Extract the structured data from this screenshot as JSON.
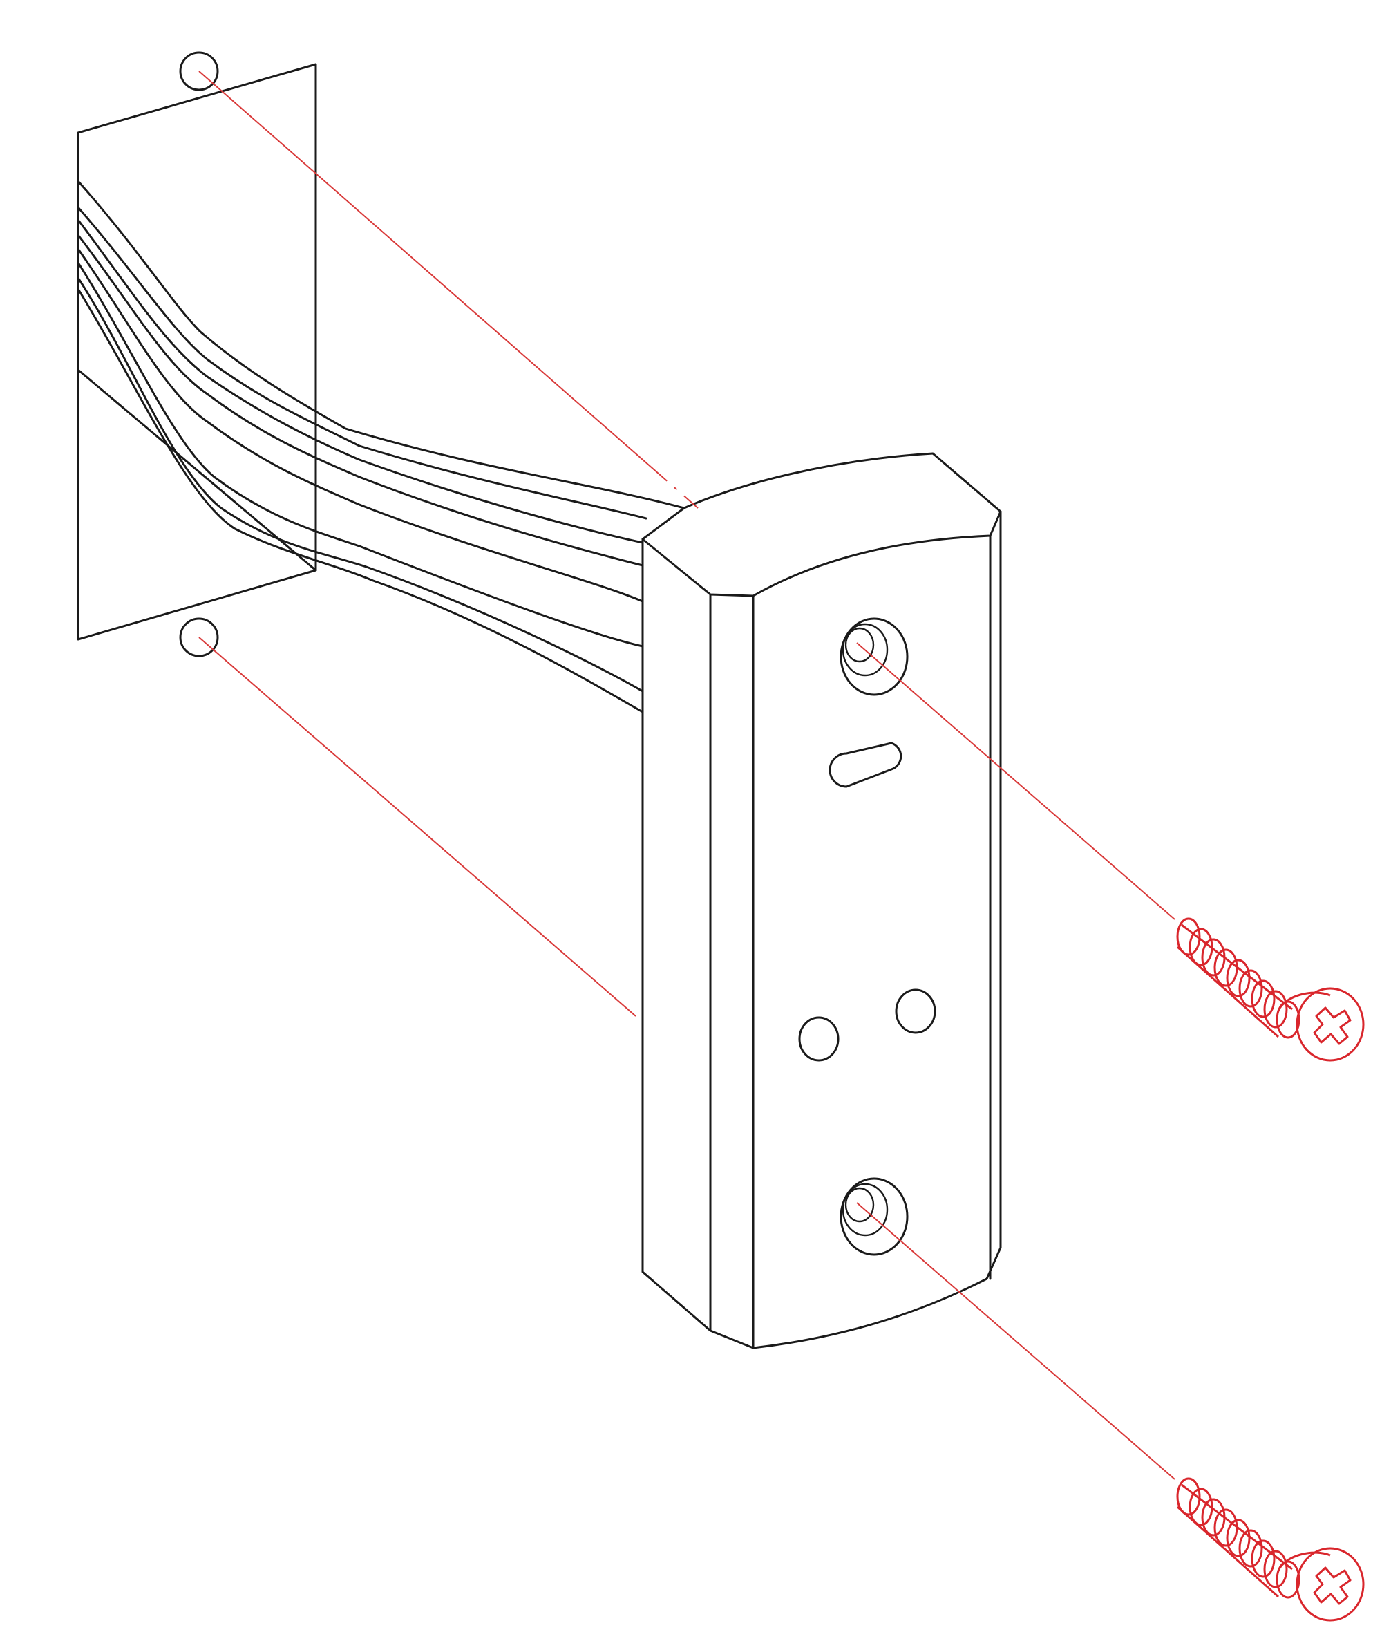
{
  "diagram": {
    "type": "exploded-assembly-illustration",
    "line_color": "#1a1a1a",
    "accent_color": "#d9262c",
    "background": "#ffffff",
    "parts": [
      {
        "id": "wall-plate",
        "label": ""
      },
      {
        "id": "wire-bundle",
        "wire_count": 6
      },
      {
        "id": "reader-housing",
        "label": ""
      },
      {
        "id": "mounting-screw-top",
        "label": ""
      },
      {
        "id": "mounting-screw-bottom",
        "label": ""
      }
    ],
    "alignment_lines": 4
  }
}
